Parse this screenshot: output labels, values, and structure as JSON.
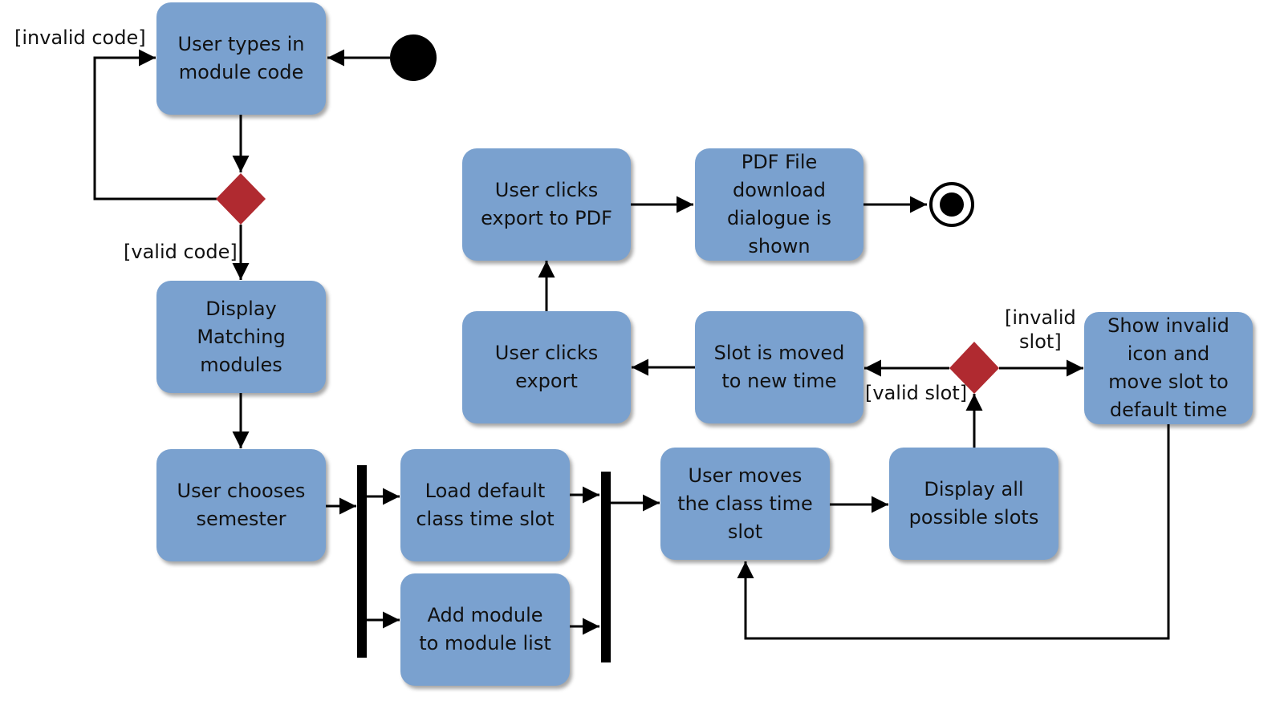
{
  "colors": {
    "node_fill": "#7aa1cf",
    "decision_fill": "#b02a30",
    "line": "#000000"
  },
  "nodes": {
    "type_code": "User types in\nmodule code",
    "display_matching": "Display\nMatching\nmodules",
    "choose_semester": "User chooses\nsemester",
    "load_default": "Load default\nclass time slot",
    "add_module": "Add module\nto module list",
    "user_moves": "User moves\nthe class time\nslot",
    "display_slots": "Display all\npossible slots",
    "show_invalid": "Show invalid\nicon and\nmove slot to\ndefault time",
    "slot_moved": "Slot is moved\nto new time",
    "clicks_export": "User clicks\nexport",
    "export_pdf": "User clicks\nexport to PDF",
    "pdf_dialogue": "PDF File\ndownload\ndialogue is\nshown"
  },
  "guards": {
    "invalid_code": "[invalid code]",
    "valid_code": "[valid code]",
    "invalid_slot": "[invalid\nslot]",
    "valid_slot": "[valid slot]"
  }
}
